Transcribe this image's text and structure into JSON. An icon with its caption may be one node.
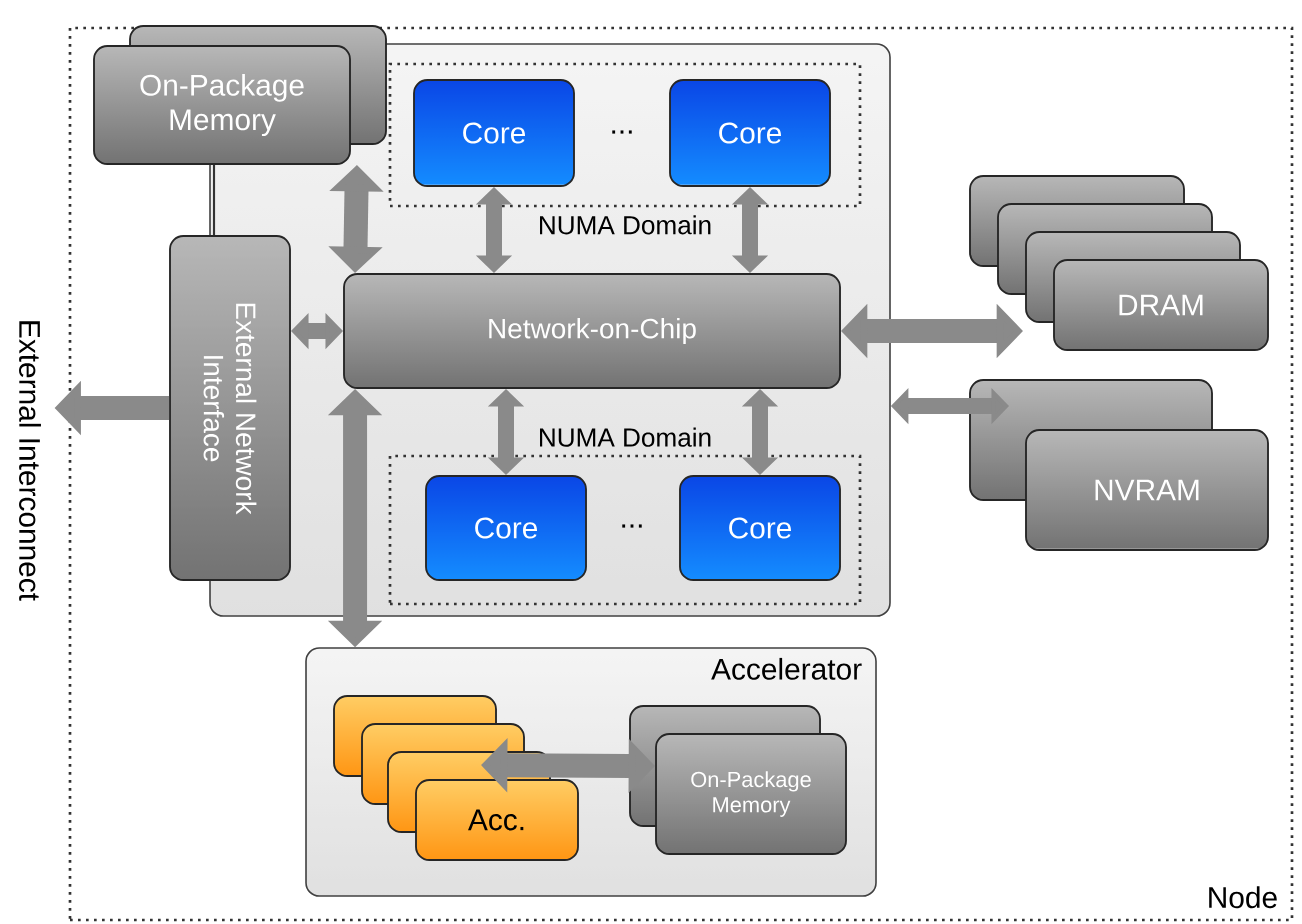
{
  "diagram": {
    "nodes": [
      {
        "text": [
          "Node"
        ]
      },
      {
        "text": [],
        "shape": "box",
        "in": 0
      },
      {
        "text": [
          "On-Package Memory"
        ],
        "in": 0
      },
      {
        "text": [
          "External Network Interface"
        ],
        "in": 0
      },
      {
        "text": [
          "NUMA Domain"
        ],
        "in": 1
      },
      {
        "text": [
          "Core"
        ],
        "in": 4
      },
      {
        "text": [
          "Core"
        ],
        "in": 4
      },
      {
        "text": [
          "Network-on-Chip"
        ],
        "in": 1
      },
      {
        "text": [
          "NUMA Domain"
        ],
        "in": 1
      },
      {
        "text": [
          "Core"
        ],
        "in": 8
      },
      {
        "text": [
          "Core"
        ],
        "in": 8
      },
      {
        "text": [
          "DRAM"
        ],
        "in": 0
      },
      {
        "text": [
          "NVRAM"
        ],
        "in": 0
      },
      {
        "text": [
          "Accelerator"
        ],
        "in": 0
      },
      {
        "text": [
          "Acc."
        ],
        "in": 13
      },
      {
        "text": [
          "On-Package Memory"
        ],
        "in": 13
      },
      {
        "text": [
          "External Interconnect"
        ]
      }
    ],
    "edges": [
      {
        "from": 2,
        "to": 7,
        "arrow": "both"
      },
      {
        "from": 5,
        "to": 7,
        "arrow": "both"
      },
      {
        "from": 6,
        "to": 7,
        "arrow": "both"
      },
      {
        "from": 3,
        "to": 7,
        "arrow": "both"
      },
      {
        "from": 3,
        "to": 16,
        "arrow": "to"
      },
      {
        "from": 7,
        "to": 11,
        "arrow": "both"
      },
      {
        "from": 1,
        "to": 12,
        "arrow": "both"
      },
      {
        "from": 7,
        "to": 9,
        "arrow": "both"
      },
      {
        "from": 7,
        "to": 10,
        "arrow": "both"
      },
      {
        "from": 7,
        "to": 13,
        "arrow": "both"
      },
      {
        "from": 14,
        "to": 15,
        "arrow": "both"
      },
      {
        "from": 2,
        "to": 3,
        "arrow": "none"
      }
    ],
    "labels": [
      "...",
      "..."
    ]
  }
}
